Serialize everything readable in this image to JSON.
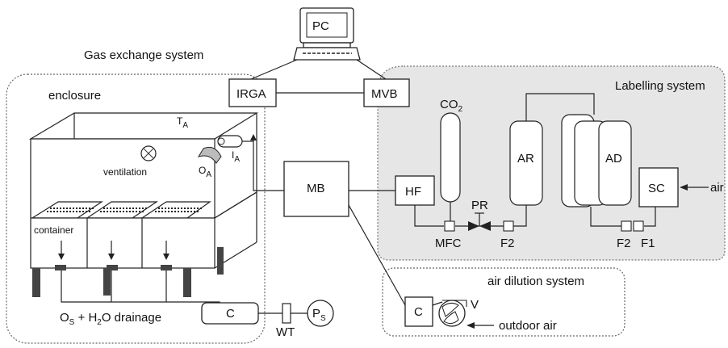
{
  "labels": {
    "pc": "PC",
    "gas_exchange_title": "Gas exchange system",
    "enclosure_title": "enclosure",
    "irga": "IRGA",
    "mvb": "MVB",
    "labelling_title": "Labelling system",
    "co2_main": "CO",
    "co2_sub": "2",
    "t_main": "T",
    "t_sub": "A",
    "i_main": "I",
    "i_sub": "A",
    "o_main": "O",
    "o_sub": "A",
    "ventilation": "ventilation",
    "mb": "MB",
    "hf": "HF",
    "ar": "AR",
    "ad": "AD",
    "sc": "SC",
    "air": "air",
    "pr": "PR",
    "mfc": "MFC",
    "f2_left": "F2",
    "f2_right": "F2",
    "f1": "F1",
    "container": "container",
    "air_dilution_title": "air dilution system",
    "drainage_o": "O",
    "drainage_s": "S",
    "drainage_plus": " + H",
    "drainage_2": "2",
    "drainage_rest": "O drainage",
    "c_left": "C",
    "wt": "WT",
    "ps_main": "P",
    "ps_sub": "S",
    "c_right": "C",
    "v": "V",
    "outdoor_air": "outdoor air"
  },
  "colors": {
    "panel_fill": "#e6e6e6",
    "line": "#222222",
    "dash": "#666666"
  },
  "icons": [
    "computer-icon",
    "keyboard-icon",
    "fan-icon",
    "valve-icon",
    "arrow-icon"
  ]
}
